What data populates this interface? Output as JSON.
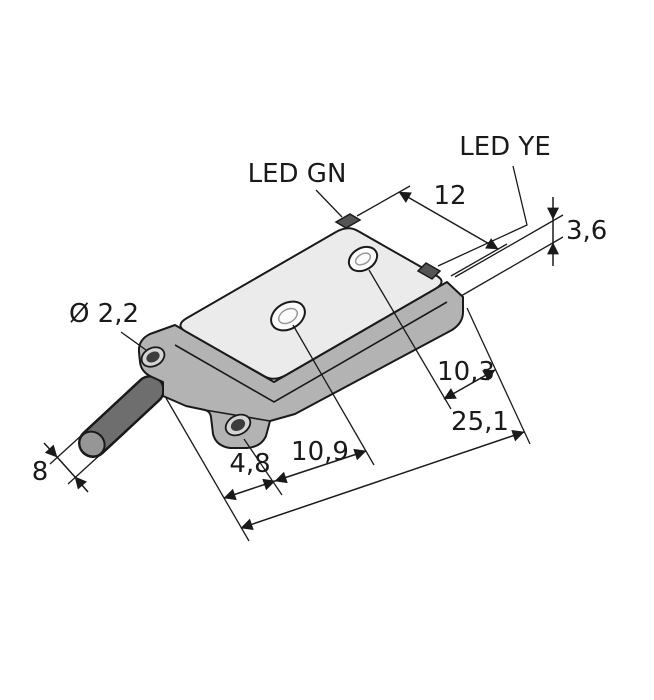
{
  "labels": {
    "led_gn": "LED GN",
    "led_ye": "LED YE",
    "width": "12",
    "thickness": "3,6",
    "hole_diameter": "Ø 2,2",
    "led_ye_offset": "10,3",
    "overall_length": "25,1",
    "hole_offset": "4,8",
    "led_gn_offset": "10,9",
    "cable_diameter": "8"
  },
  "colors": {
    "line": "#1a1a1a",
    "body-top": "#ebebeb",
    "body-side": "#b3b3b3",
    "cable": "#6e6e6e",
    "led-window": "#555555",
    "background": "#ffffff"
  }
}
